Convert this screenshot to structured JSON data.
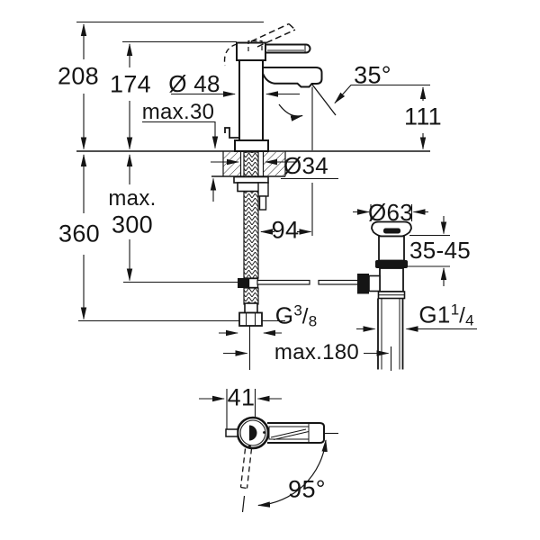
{
  "side_view": {
    "overall_height": "208",
    "height_to_top": "174",
    "base_diameter": "Ø 48",
    "deck_thickness": "max.30",
    "stream_angle": "35°",
    "spout_outlet_height": "111",
    "hole_diameter": "Ø34",
    "clearance_line1": "max.",
    "clearance_line2": "300",
    "depth_below_deck": "360",
    "spout_reach": "94",
    "waste_flange_diameter": "Ø63",
    "basin_thickness_range": "35-45",
    "supply_thread": {
      "prefix": "G",
      "numerator": "3",
      "slash": "/",
      "denominator": "8"
    },
    "waste_thread": {
      "prefix": "G1",
      "numerator": "1",
      "slash": "/",
      "denominator": "4"
    },
    "waste_center_distance": "max.180"
  },
  "top_view": {
    "handle_length": "41",
    "handle_swivel_angle": "95°"
  }
}
